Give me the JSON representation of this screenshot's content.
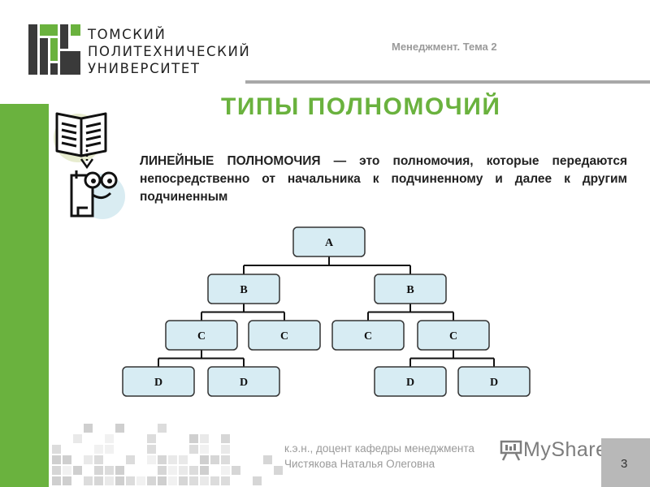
{
  "logo": {
    "lines": [
      "ТОМСКИЙ",
      "ПОЛИТЕХНИЧЕСКИЙ",
      "УНИВЕРСИТЕТ"
    ]
  },
  "header": {
    "course": "Менеджмент. Тема 2"
  },
  "slide": {
    "title": "ТИПЫ ПОЛНОМОЧИЙ",
    "definition": "ЛИНЕЙНЫЕ ПОЛНОМОЧИЯ — это полномочия, которые передаются непосредственно от начальника к подчиненному и далее к другим подчиненным"
  },
  "org_chart": {
    "nodes": [
      {
        "id": "a",
        "label": "A",
        "parent": null
      },
      {
        "id": "b1",
        "label": "B",
        "parent": "a"
      },
      {
        "id": "b2",
        "label": "B",
        "parent": "a"
      },
      {
        "id": "c1",
        "label": "C",
        "parent": "b1"
      },
      {
        "id": "c2",
        "label": "C",
        "parent": "b1"
      },
      {
        "id": "c3",
        "label": "C",
        "parent": "b2"
      },
      {
        "id": "c4",
        "label": "C",
        "parent": "b2"
      },
      {
        "id": "d1",
        "label": "D",
        "parent": "c1"
      },
      {
        "id": "d2",
        "label": "D",
        "parent": "c1"
      },
      {
        "id": "d3",
        "label": "D",
        "parent": "c4"
      },
      {
        "id": "d4",
        "label": "D",
        "parent": "c4"
      }
    ]
  },
  "footer": {
    "author_line1": "к.э.н., доцент кафедры менеджмента",
    "author_line2": "Чистякова Наталья Олеговна",
    "watermark_my": "My",
    "watermark_shared": "Shared",
    "page_number": "3"
  },
  "colors": {
    "brand_green": "#6ab23e",
    "node_fill": "#d7ecf3",
    "node_stroke": "#333333",
    "gray_text": "#9a9a9a"
  }
}
